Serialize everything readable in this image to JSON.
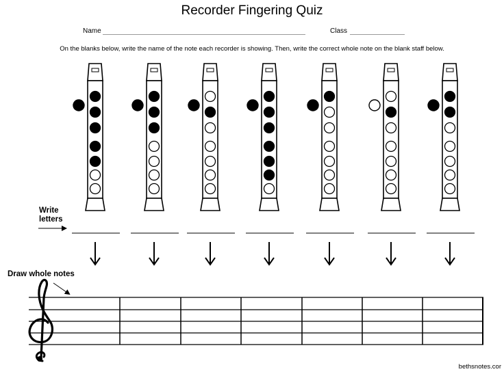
{
  "title": "Recorder Fingering Quiz",
  "name_label": "Name",
  "class_label": "Class",
  "instructions": "On the blanks below, write the name of the note each recorder is showing. Then, write the correct whole note on the blank staff below.",
  "write_letters": [
    "Write",
    "letters"
  ],
  "draw_whole_notes": "Draw whole notes",
  "credit": "bethsnotes.cor",
  "recorders": [
    {
      "thumb": "filled",
      "holes": [
        1,
        1,
        1,
        1,
        1,
        0,
        0
      ]
    },
    {
      "thumb": "filled",
      "holes": [
        1,
        1,
        1,
        0,
        0,
        0,
        0
      ]
    },
    {
      "thumb": "filled",
      "holes": [
        0,
        1,
        0,
        0,
        0,
        0,
        0
      ]
    },
    {
      "thumb": "filled",
      "holes": [
        1,
        1,
        1,
        1,
        1,
        1,
        0
      ]
    },
    {
      "thumb": "filled",
      "holes": [
        1,
        0,
        0,
        0,
        0,
        0,
        0
      ]
    },
    {
      "thumb": "open",
      "holes": [
        0,
        1,
        0,
        0,
        0,
        0,
        0
      ]
    },
    {
      "thumb": "filled",
      "holes": [
        1,
        1,
        0,
        0,
        0,
        0,
        0
      ]
    }
  ]
}
